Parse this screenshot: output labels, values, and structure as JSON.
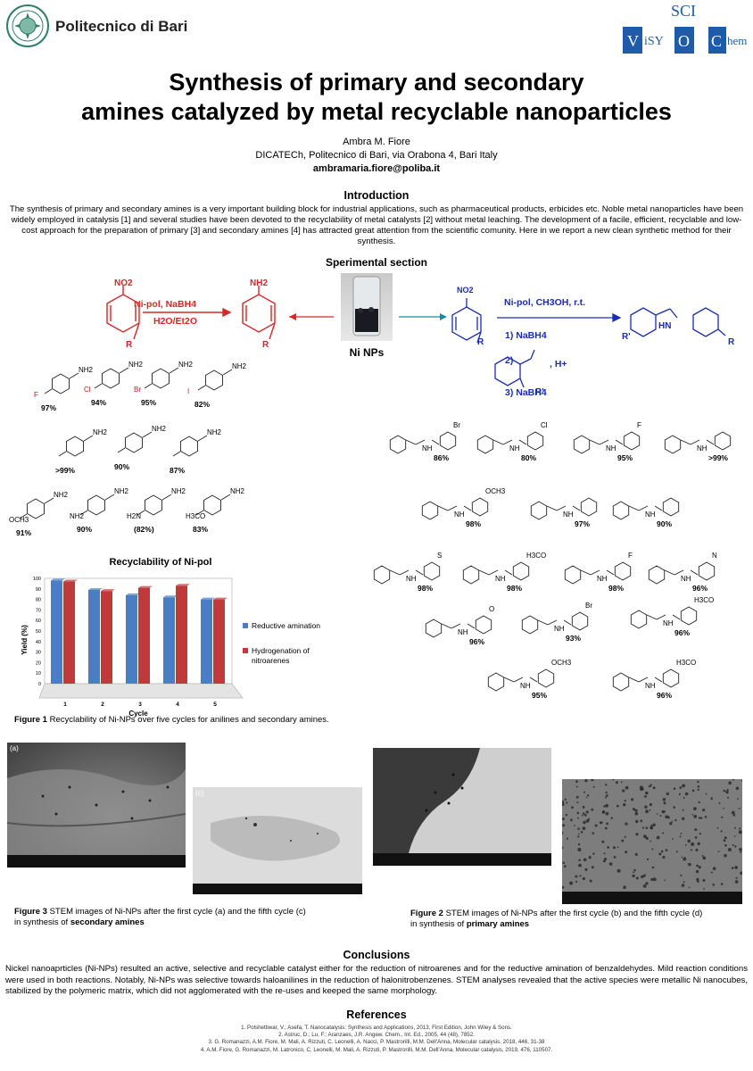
{
  "header": {
    "institution": "Politecnico di Bari",
    "institution_a": "Politecnico ",
    "institution_b": "di Bari",
    "logo_right_top": "SCI",
    "logo_right_main": "ViSYOChem"
  },
  "title": {
    "line1": "Synthesis of primary and secondary",
    "line2": "amines catalyzed by metal recyclable nanoparticles"
  },
  "author": {
    "name": "Ambra M. Fiore",
    "affiliation": "DICATECh, Politecnico di Bari, via Orabona 4, Bari Italy",
    "email": "ambramaria.fiore@poliba.it"
  },
  "introduction": {
    "heading": "Introduction",
    "text": "The synthesis of primary and secondary amines is a very important building block for industrial applications, such as pharmaceutical products, erbicides etc. Noble metal nanoparticles have been widely employed in catalysis [1] and several studies have been devoted to the recyclability of metal catalysts [2] without metal leaching. The development of a facile, efficient, recyclable and low-cost approach for the preparation of primary [3] and secondary amines [4] has attracted great attention from the scientific comunity. Here in we report a new clean synthetic method for their synthesis."
  },
  "experimental": {
    "heading": "Sperimental section",
    "left_reagent": "NO2",
    "left_product": "NH2",
    "left_conditions_1": "Ni-pol, NaBH4",
    "left_conditions_2": "H2O/Et2O",
    "center_label": "Ni NPs",
    "right_conditions": "Ni-pol, CH3OH, r.t.",
    "right_step1": "1) NaBH4",
    "right_step2": "2)",
    "right_step2_suffix": ", H+",
    "right_step3": "3) NaBH4",
    "right_product_label": "HN",
    "r_label": "R",
    "rp_label": "R'",
    "nh2": "NH2"
  },
  "primary_amines": [
    {
      "sub": "F",
      "yield": "97%"
    },
    {
      "sub": "Cl",
      "yield": "94%"
    },
    {
      "sub": "Br",
      "yield": "95%"
    },
    {
      "sub": "I",
      "yield": "82%"
    },
    {
      "sub": "",
      "yield": ">99%"
    },
    {
      "sub": "",
      "yield": "90%"
    },
    {
      "sub": "",
      "yield": "87%"
    },
    {
      "sub": "OCH3",
      "yield": "91%"
    },
    {
      "sub": "NH2",
      "yield": "90%"
    },
    {
      "sub": "H2N",
      "yield": "(82%)"
    },
    {
      "sub": "H3CO",
      "yield": "83%"
    }
  ],
  "secondary_amines": [
    {
      "sub": "Br",
      "yield": "86%"
    },
    {
      "sub": "Cl",
      "yield": "80%"
    },
    {
      "sub": "F",
      "yield": "95%"
    },
    {
      "sub": "",
      "yield": ">99%"
    },
    {
      "sub": "OCH3",
      "yield": "98%"
    },
    {
      "sub": "",
      "yield": "97%"
    },
    {
      "sub": "",
      "yield": "90%"
    },
    {
      "sub": "S",
      "yield": "98%"
    },
    {
      "sub": "H3CO",
      "yield": "98%"
    },
    {
      "sub": "F",
      "yield": "98%"
    },
    {
      "sub": "N",
      "yield": "96%"
    },
    {
      "sub": "O",
      "yield": "96%"
    },
    {
      "sub": "Br",
      "yield": "93%"
    },
    {
      "sub": "H3CO",
      "yield": "96%"
    },
    {
      "sub": "OCH3",
      "yield": "95%"
    },
    {
      "sub": "H3CO",
      "yield": "96%"
    }
  ],
  "labels": {
    "nh": "NH",
    "s": "S",
    "o": "O",
    "n": "N",
    "c": "C",
    "h3co": "H3CO",
    "och3": "OCH3"
  },
  "chart_title": "Recyclability of Ni-pol",
  "chart_data": {
    "type": "bar",
    "categories": [
      "1",
      "2",
      "3",
      "4",
      "5"
    ],
    "series": [
      {
        "name": "Reductive amination",
        "values": [
          98,
          89,
          84,
          82,
          80
        ],
        "color": "#4a7ec4"
      },
      {
        "name": "Hydrogenation of nitroarenes",
        "values": [
          97,
          88,
          91,
          93,
          80
        ],
        "color": "#c0393b"
      }
    ],
    "xlabel": "Cycle",
    "ylabel": "Yield (%)",
    "ylim": [
      0,
      100
    ],
    "yticks": [
      "0",
      "10",
      "20",
      "30",
      "40",
      "50",
      "60",
      "70",
      "80",
      "90",
      "100"
    ],
    "legend": "right",
    "grid": false
  },
  "figure1": {
    "label": "Figure 1",
    "text": " Recyclability of Ni-NPs over five cycles for anilines and secondary amines."
  },
  "figure3": {
    "label": "Figure 3",
    "text_a": " STEM images of Ni-NPs after the first cycle (a) and  the fifth cycle (c)",
    "text_b": "in synthesis of ",
    "text_bold": "secondary amines",
    "panel_a": "(a)",
    "panel_c": "(c)"
  },
  "figure2": {
    "label": "Figure 2",
    "text_a": " STEM images of Ni-NPs after the first cycle (b) and  the fifth cycle (d)",
    "text_b": "in synthesis of ",
    "text_bold": "primary amines"
  },
  "conclusions": {
    "heading": "Conclusions",
    "text": "Nickel nanoaprticles (Ni-NPs) resulted an active, selective and recyclable catalyst either for the reduction of nitroarenes and for the reductive amination of benzaldehydes. Mild reaction conditions were used in both reactions. Notably, Ni-NPs was selective towards haloanilines in the reduction of halonitrobenzenes. STEM analyses revealed that the active species were metallic Ni nanocubes, stabilized by the polymeric matrix, which did not agglomerated with the re-uses and keeped the same morphology."
  },
  "references": {
    "heading": "References",
    "items": [
      "1. Polshettiwar, V.; Asefa, T. Nanocatalysis: Synthesis and Applications, 2013, First Edition, John Wiley & Sons.",
      "2. Astruc, D.; Lu, F.; Aranzaes, J.R. Angew. Chem., Int. Ed., 2005, 44 (48), 7852.",
      "3. G. Romanazzi, A.M. Fiore, M. Mali, A. Rizzuti, C. Leonelli, A. Nacci, P. Mastrorilli, M.M. Dell'Anna, Molecular catalysis, 2018, 446, 31-38",
      "4. A.M. Fiore, G. Romanazzi, M. Latronico, C. Leonelli, M. Mali, A. Rizzuti, P. Mastrorilli, M.M. Dell'Anna, Molecular catalysis, 2019, 476, 110507."
    ]
  }
}
